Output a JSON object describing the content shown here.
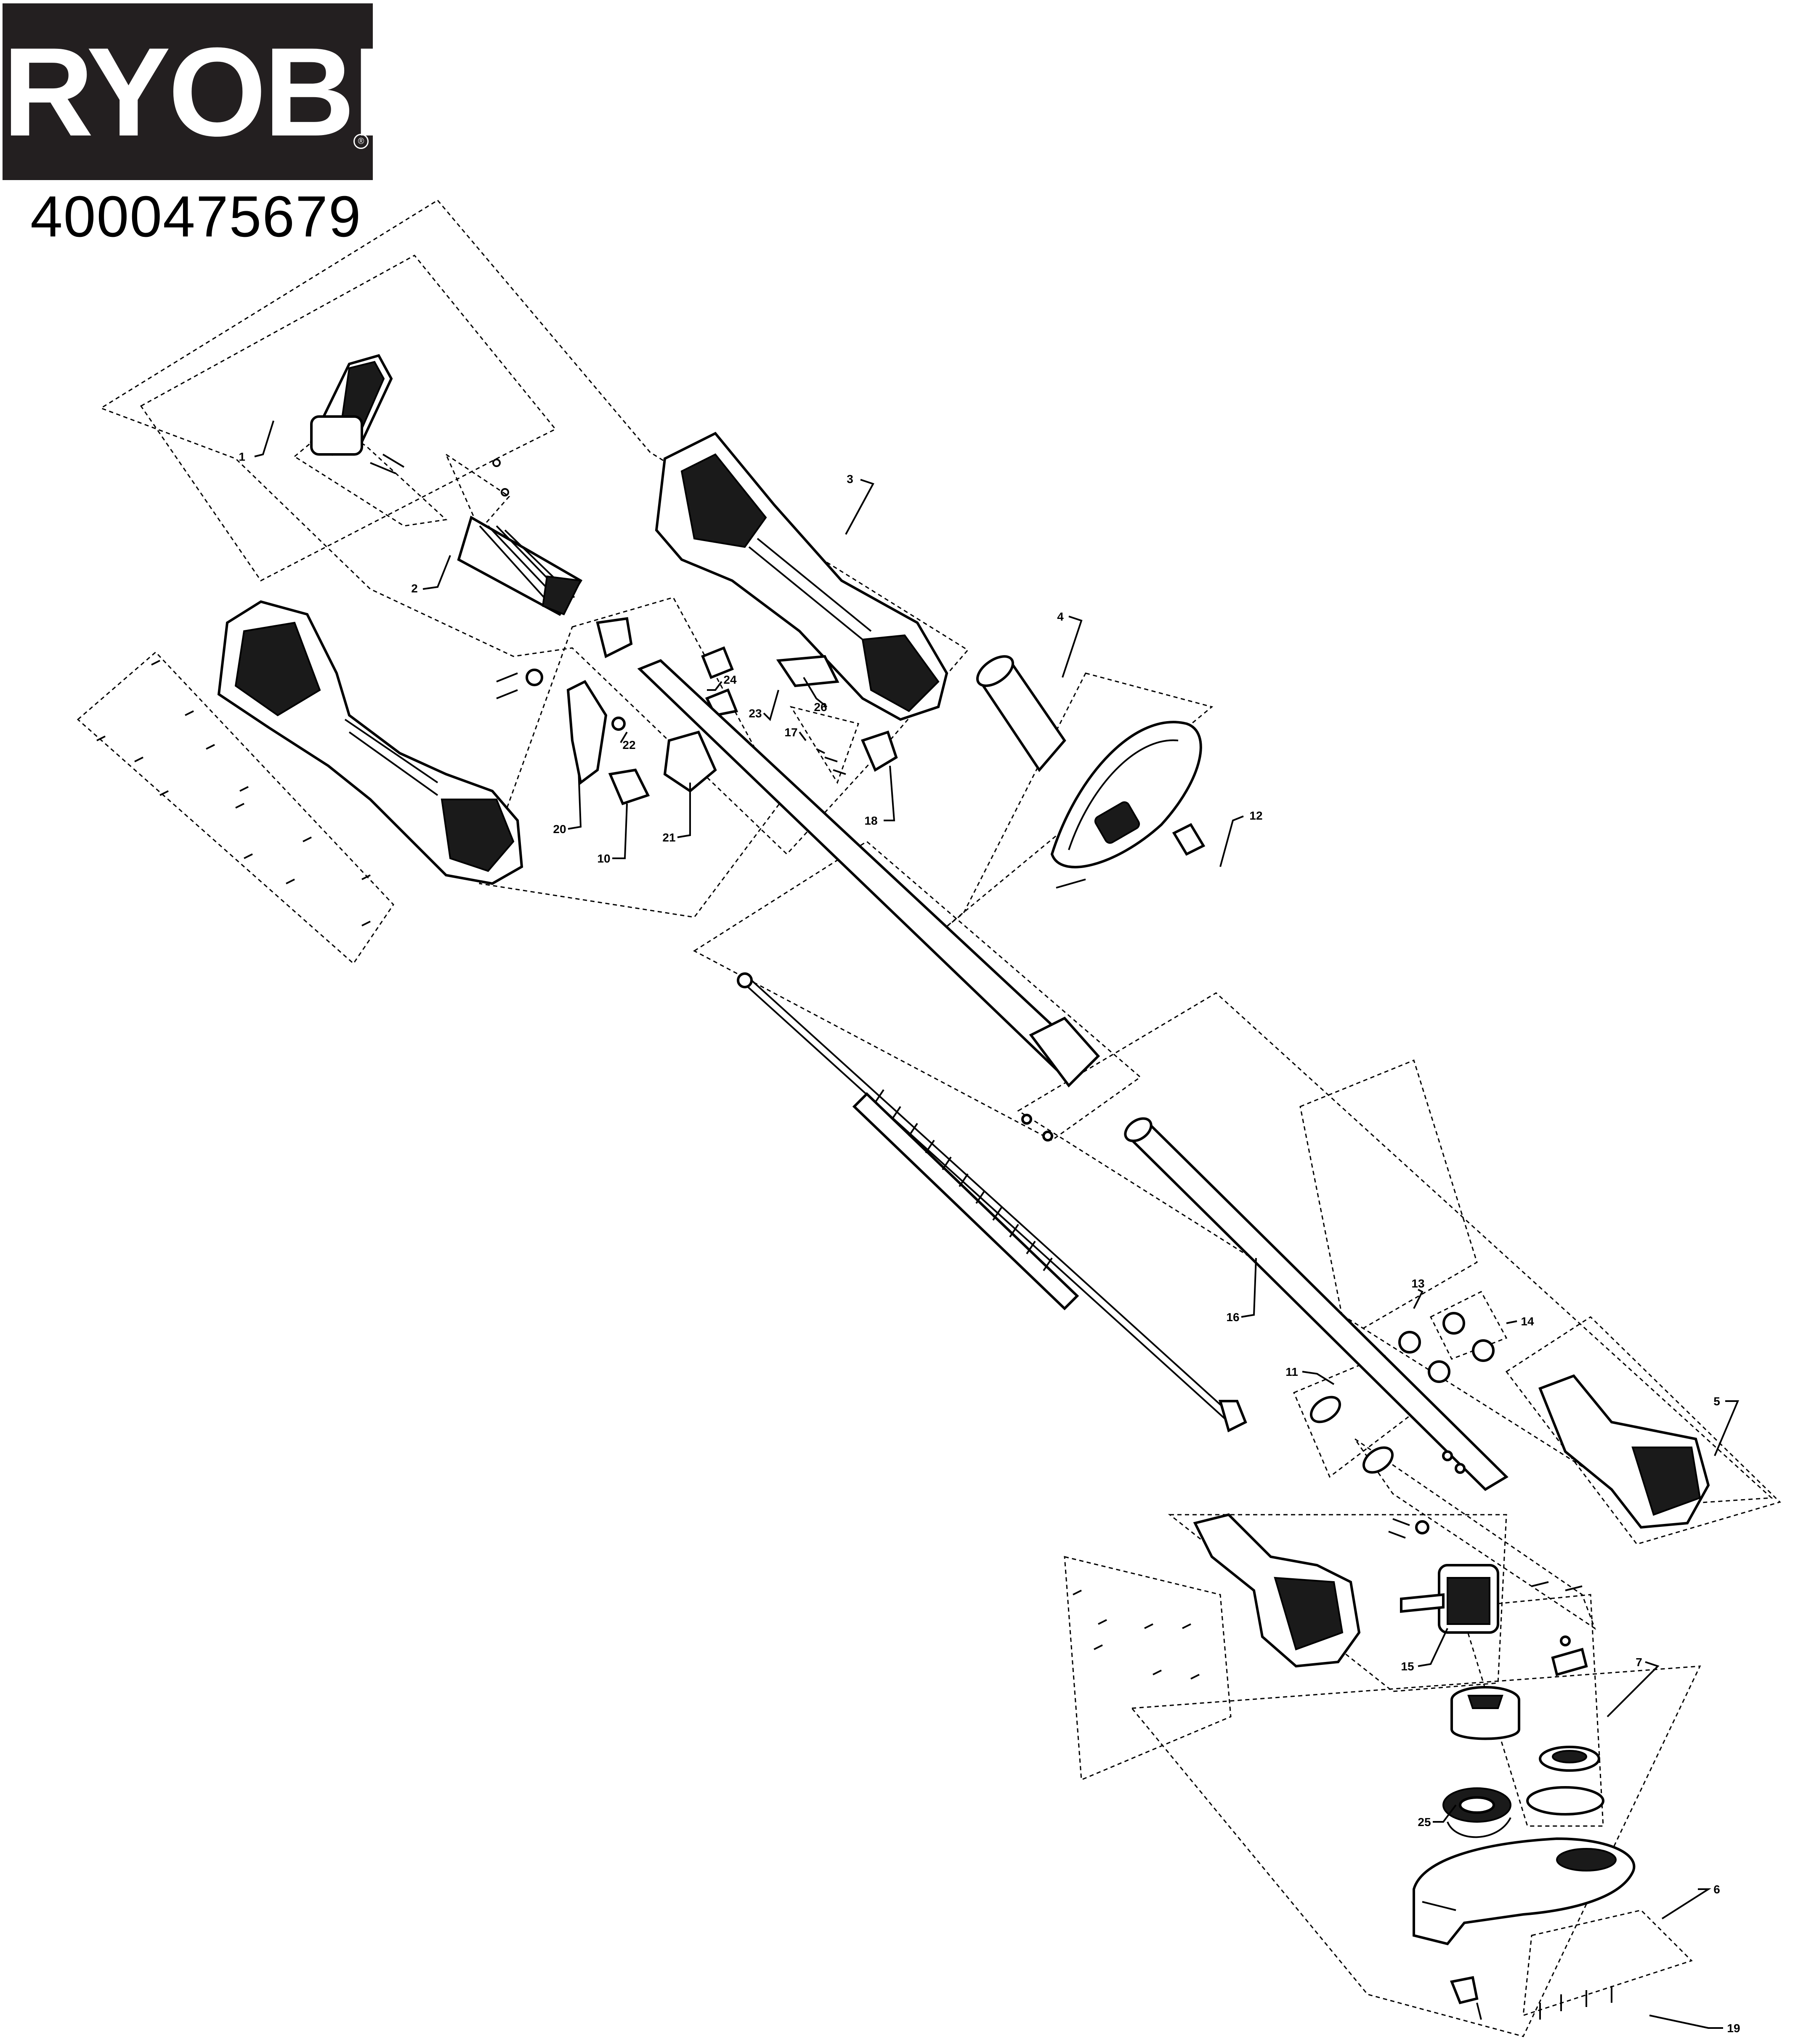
{
  "brand": {
    "logo_text": "RYOBI",
    "registered_mark": "®",
    "colors": {
      "logo_background": "#231f20",
      "logo_text": "#ffffff",
      "line_art": "#000000"
    }
  },
  "document": {
    "part_number": "4000475679"
  },
  "callouts": [
    {
      "id": "c1",
      "label": "1"
    },
    {
      "id": "c2",
      "label": "2"
    },
    {
      "id": "c3",
      "label": "3"
    },
    {
      "id": "c4",
      "label": "4"
    },
    {
      "id": "c5",
      "label": "5"
    },
    {
      "id": "c6",
      "label": "6"
    },
    {
      "id": "c7",
      "label": "7"
    },
    {
      "id": "c10",
      "label": "10"
    },
    {
      "id": "c11",
      "label": "11"
    },
    {
      "id": "c12",
      "label": "12"
    },
    {
      "id": "c13",
      "label": "13"
    },
    {
      "id": "c14",
      "label": "14"
    },
    {
      "id": "c15",
      "label": "15"
    },
    {
      "id": "c16",
      "label": "16"
    },
    {
      "id": "c17",
      "label": "17"
    },
    {
      "id": "c18",
      "label": "18"
    },
    {
      "id": "c19",
      "label": "19"
    },
    {
      "id": "c20",
      "label": "20"
    },
    {
      "id": "c21",
      "label": "21"
    },
    {
      "id": "c22",
      "label": "22"
    },
    {
      "id": "c23",
      "label": "23"
    },
    {
      "id": "c24",
      "label": "24"
    },
    {
      "id": "c25",
      "label": "25"
    },
    {
      "id": "c26",
      "label": "26"
    }
  ]
}
